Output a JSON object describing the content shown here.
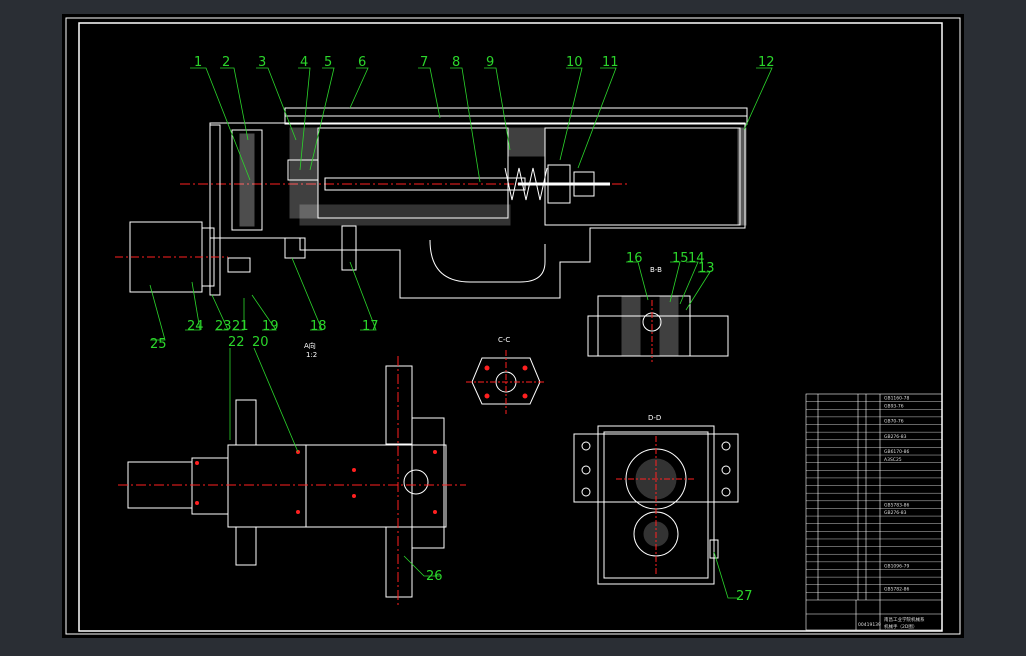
{
  "colors": {
    "background": "#2a2e34",
    "paper": "#000000",
    "outline": "#ffffff",
    "balloon": "#2bd62b",
    "centerline": "#ff2020",
    "hatch": "#ffffff"
  },
  "balloons": {
    "b1": "1",
    "b2": "2",
    "b3": "3",
    "b4": "4",
    "b5": "5",
    "b6": "6",
    "b7": "7",
    "b8": "8",
    "b9": "9",
    "b10": "10",
    "b11": "11",
    "b12": "12",
    "b13": "13",
    "b14": "14",
    "b15": "15",
    "b16": "16",
    "b17": "17",
    "b18": "18",
    "b19": "19",
    "b20": "20",
    "b21": "21",
    "b22": "22",
    "b23": "23",
    "b24": "24",
    "b25": "25",
    "b26": "26",
    "b27": "27"
  },
  "views": {
    "view_a": "A向",
    "view_a_scale": "1:2",
    "section_bb": "B-B",
    "section_cc": "C-C",
    "section_dd": "D-D"
  },
  "title_block": {
    "drawing_no": "00419139",
    "school": "南昌工业学院机械系",
    "drawing_name": "机械手（2D图）",
    "bom_standards": [
      "GB1160-78",
      "GB93-76",
      "GB70-76",
      "GB276-83",
      "GB6170-86",
      "A3SC25",
      "GB5783-86",
      "GB276-83",
      "GB1096-79",
      "GB5782-86"
    ]
  }
}
